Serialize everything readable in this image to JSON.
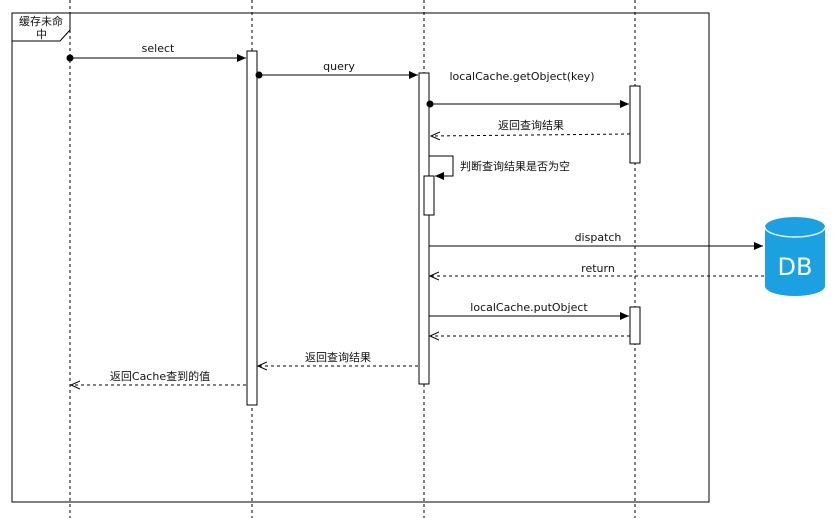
{
  "frame": {
    "label_line1": "缓存未命",
    "label_line2": "中"
  },
  "messages": {
    "select": "select",
    "query": "query",
    "get_object": "localCache.getObject(key)",
    "return_query_1": "返回查询结果",
    "check_empty": "判断查询结果是否为空",
    "dispatch": "dispatch",
    "return": "return",
    "put_object": "localCache.putObject",
    "return_query_2": "返回查询结果",
    "return_cache": "返回Cache查到的值"
  },
  "database": {
    "label": "DB",
    "color": "#1ba1e2"
  }
}
